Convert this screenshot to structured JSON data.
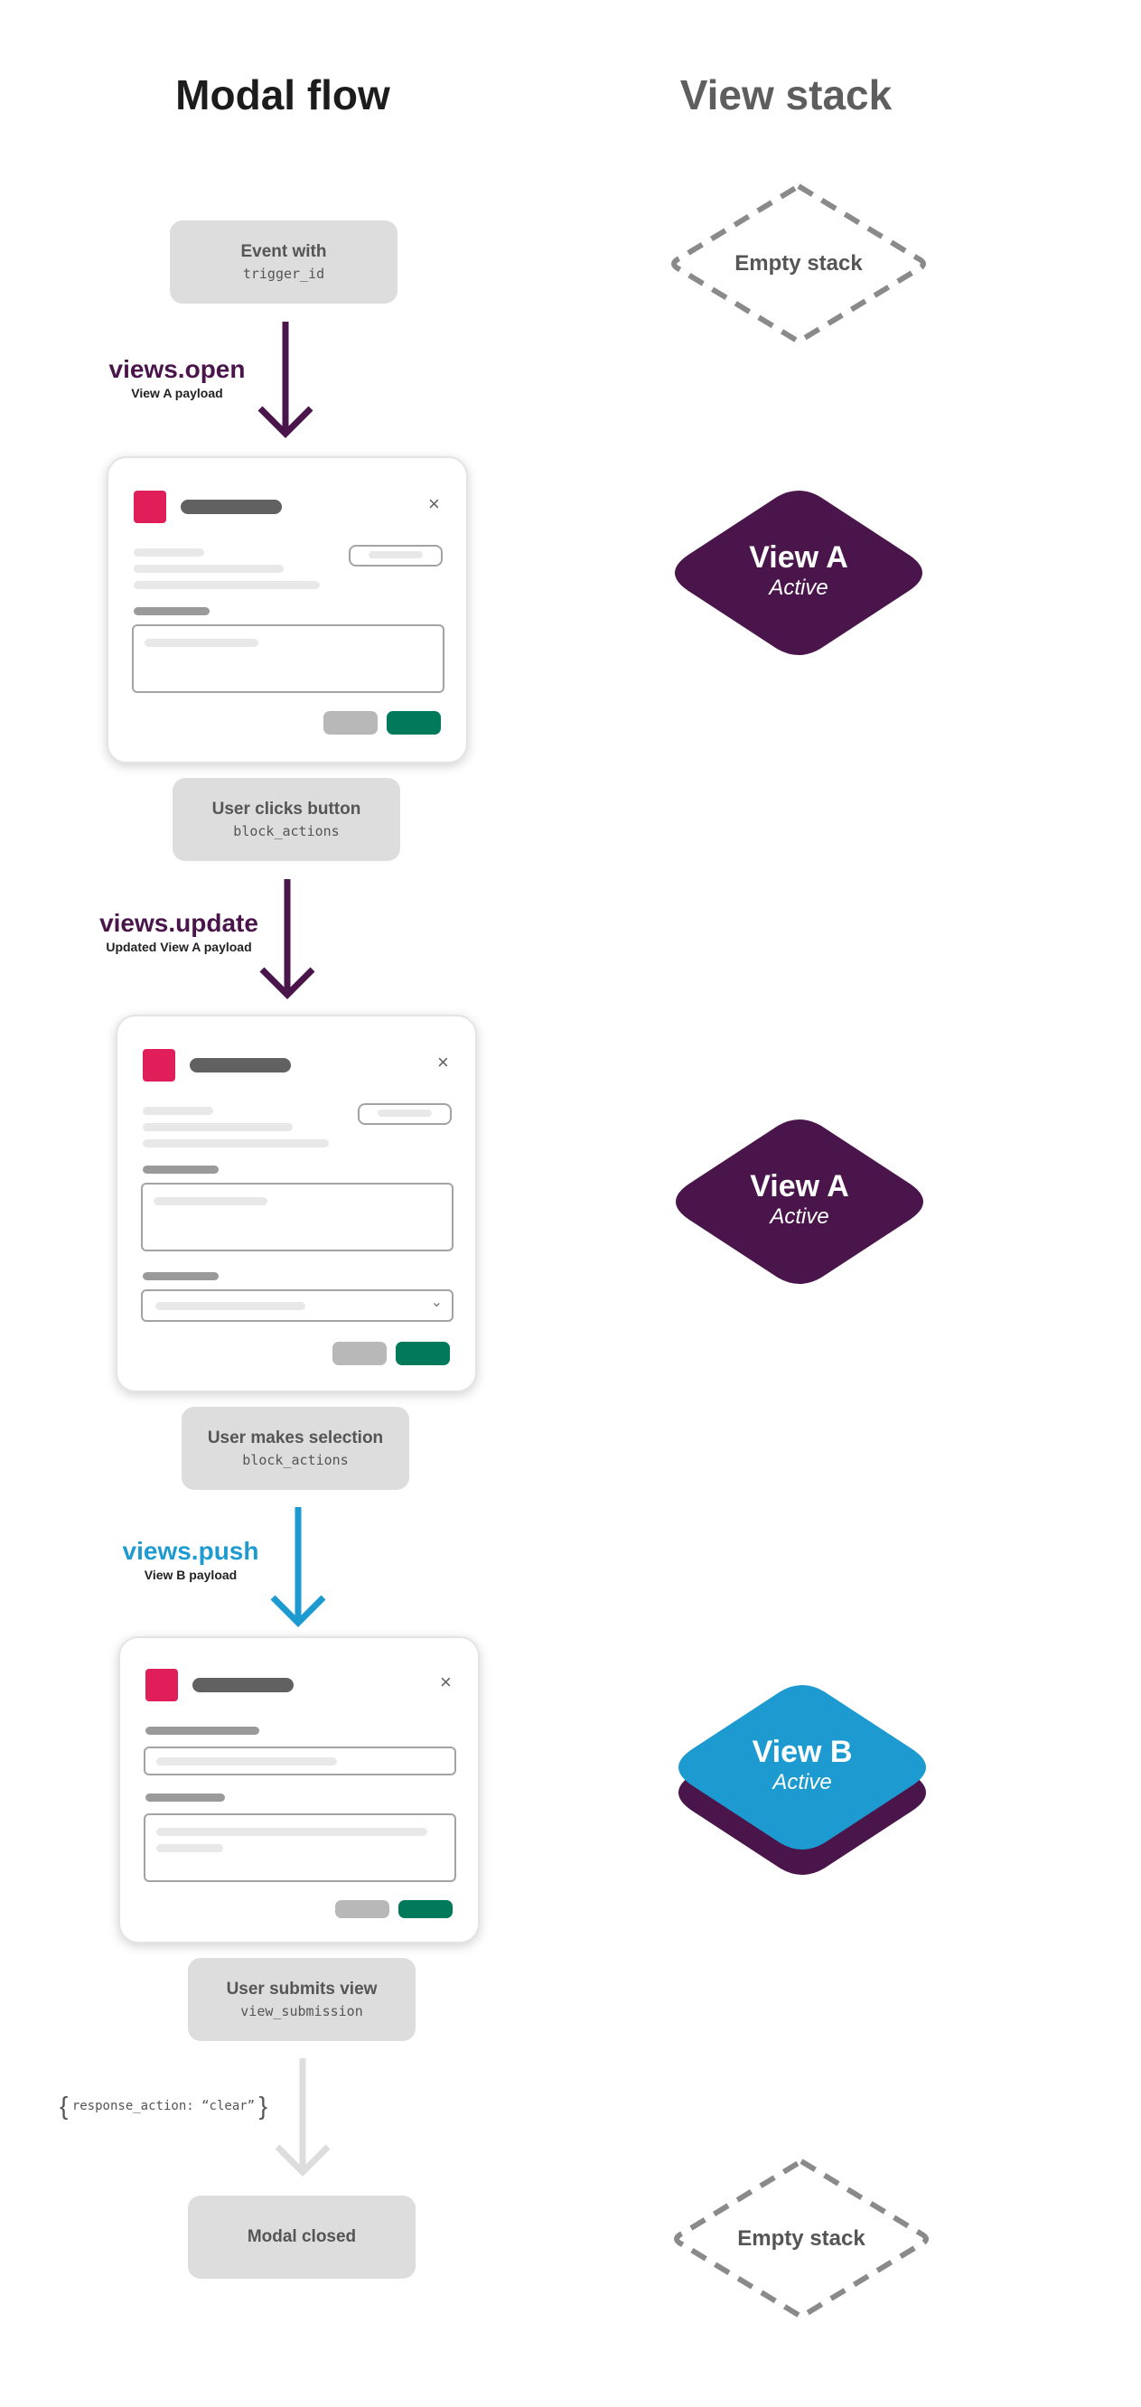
{
  "headers": {
    "left": "Modal flow",
    "right": "View stack"
  },
  "colors": {
    "dark_purple": "#4a154b",
    "blue": "#1d9bd1",
    "green": "#007a5a",
    "red": "#e01e5a",
    "gray": "#dddddd"
  },
  "events": {
    "e1": {
      "title": "Event with",
      "code": "trigger_id"
    },
    "e2": {
      "title": "User clicks button",
      "code": "block_actions"
    },
    "e3": {
      "title": "User makes selection",
      "code": "block_actions"
    },
    "e4": {
      "title": "User submits view",
      "code": "view_submission"
    },
    "e5": {
      "title": "Modal closed"
    }
  },
  "arrows": {
    "a1": {
      "method": "views.open",
      "payload": "View A payload"
    },
    "a2": {
      "method": "views.update",
      "payload": "Updated View A payload"
    },
    "a3": {
      "method": "views.push",
      "payload": "View B payload"
    },
    "a4": {
      "response": "response_action: “clear”"
    }
  },
  "stack": {
    "s0": {
      "label": "Empty stack"
    },
    "s1": {
      "name": "View A",
      "state": "Active"
    },
    "s2": {
      "name": "View A",
      "state": "Active"
    },
    "s3": {
      "name": "View B",
      "state": "Active"
    },
    "s4": {
      "label": "Empty stack"
    }
  },
  "modal_close_glyph": "×",
  "chevron_glyph": "⌄"
}
